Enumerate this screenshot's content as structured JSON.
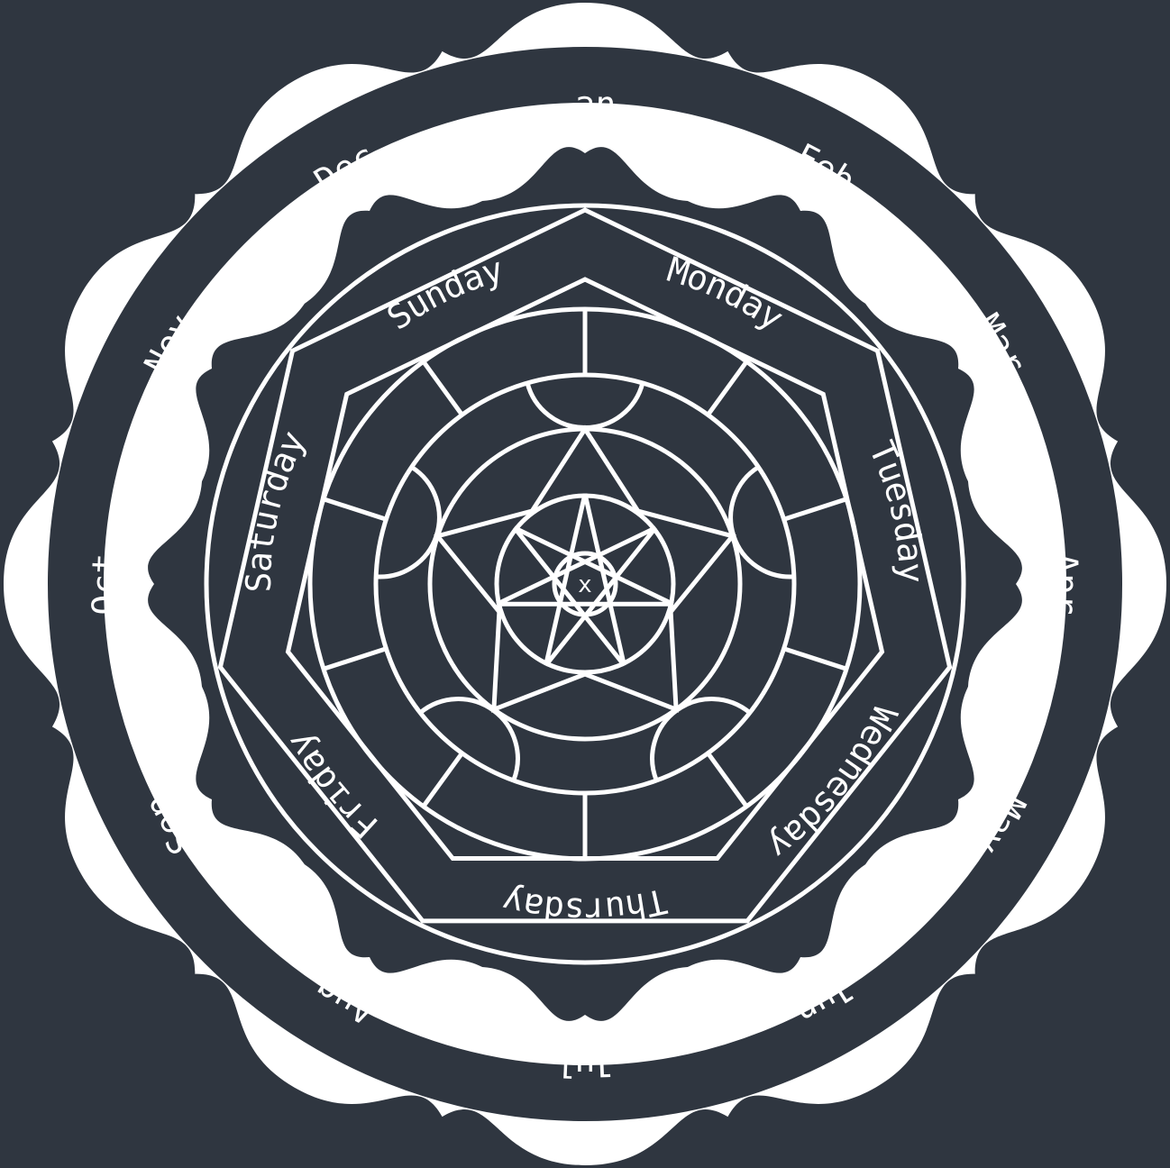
{
  "months": [
    "Jan",
    "Feb",
    "Mar",
    "Apr",
    "May",
    "Jun",
    "Jul",
    "Aug",
    "Sep",
    "Oct",
    "Nov",
    "Dec"
  ],
  "days": [
    "Monday",
    "Tuesday",
    "Wednesday",
    "Thursday",
    "Friday",
    "Saturday",
    "Sunday"
  ],
  "center": "x",
  "colors": {
    "background": "#2f3640",
    "line": "#ffffff"
  }
}
